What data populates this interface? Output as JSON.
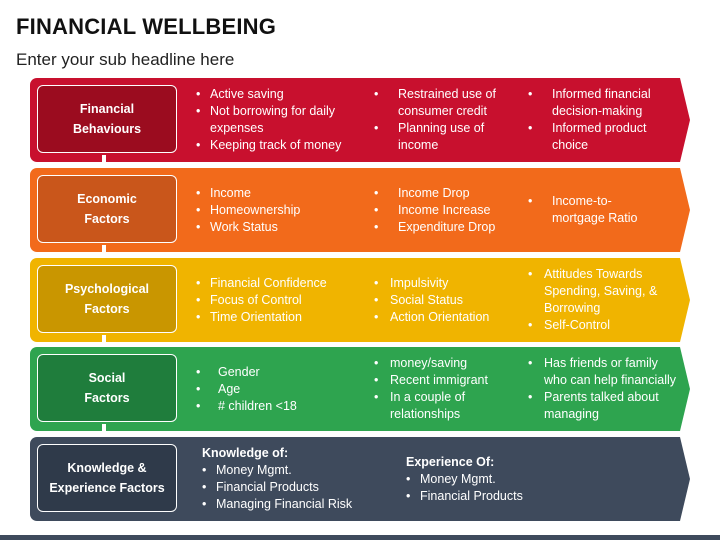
{
  "title": "FINANCIAL WELLBEING",
  "subtitle": "Enter your sub headline here",
  "colors": {
    "behaviours": "#C8102E",
    "economic": "#F26A1B",
    "psychological": "#F0B400",
    "social": "#2EA44F",
    "knowledge": "#3E4A5C",
    "behaviours_label_bg": "#9B0C1F",
    "economic_label_bg": "#C9561B",
    "psychological_label_bg": "#C99600",
    "social_label_bg": "#1F7D3C",
    "knowledge_label_bg": "#2F3A4A",
    "bottom_bar": "#3E4A5C"
  },
  "rows": [
    {
      "label": "Financial\nBehaviours",
      "col1": [
        "Active saving",
        "Not borrowing for daily\nexpenses",
        "Keeping track of money"
      ],
      "col2": [
        "Restrained use of\nconsumer credit",
        "Planning use of\nincome"
      ],
      "col3": [
        "Informed financial\ndecision-making",
        "Informed product\nchoice"
      ]
    },
    {
      "label": "Economic\nFactors",
      "col1": [
        "Income",
        "Homeownership",
        "Work Status"
      ],
      "col2": [
        "Income Drop",
        "Income Increase",
        "Expenditure Drop"
      ],
      "col3": [
        "Income-to-\nmortgage Ratio"
      ]
    },
    {
      "label": "Psychological\nFactors",
      "col1": [
        "Financial Confidence",
        "Focus of Control",
        "Time Orientation"
      ],
      "col2": [
        "Impulsivity",
        "Social Status",
        "Action Orientation"
      ],
      "col3": [
        "Attitudes Towards\nSpending, Saving, &\nBorrowing",
        "Self-Control"
      ]
    },
    {
      "label": "Social\nFactors",
      "col1": [
        "Gender",
        "Age",
        "# children <18"
      ],
      "col2": [
        "money/saving",
        "Recent immigrant",
        "In a couple of\nrelationships"
      ],
      "col3": [
        "Has friends or family\nwho can help financially",
        "Parents talked about\nmanaging"
      ]
    },
    {
      "label": "Knowledge &\nExperience Factors",
      "col1_head": "Knowledge of:",
      "col1": [
        "Money Mgmt.",
        "Financial Products",
        "Managing Financial Risk"
      ],
      "col2_head": "Experience Of:",
      "col2": [
        "Money Mgmt.",
        "Financial Products"
      ]
    }
  ]
}
